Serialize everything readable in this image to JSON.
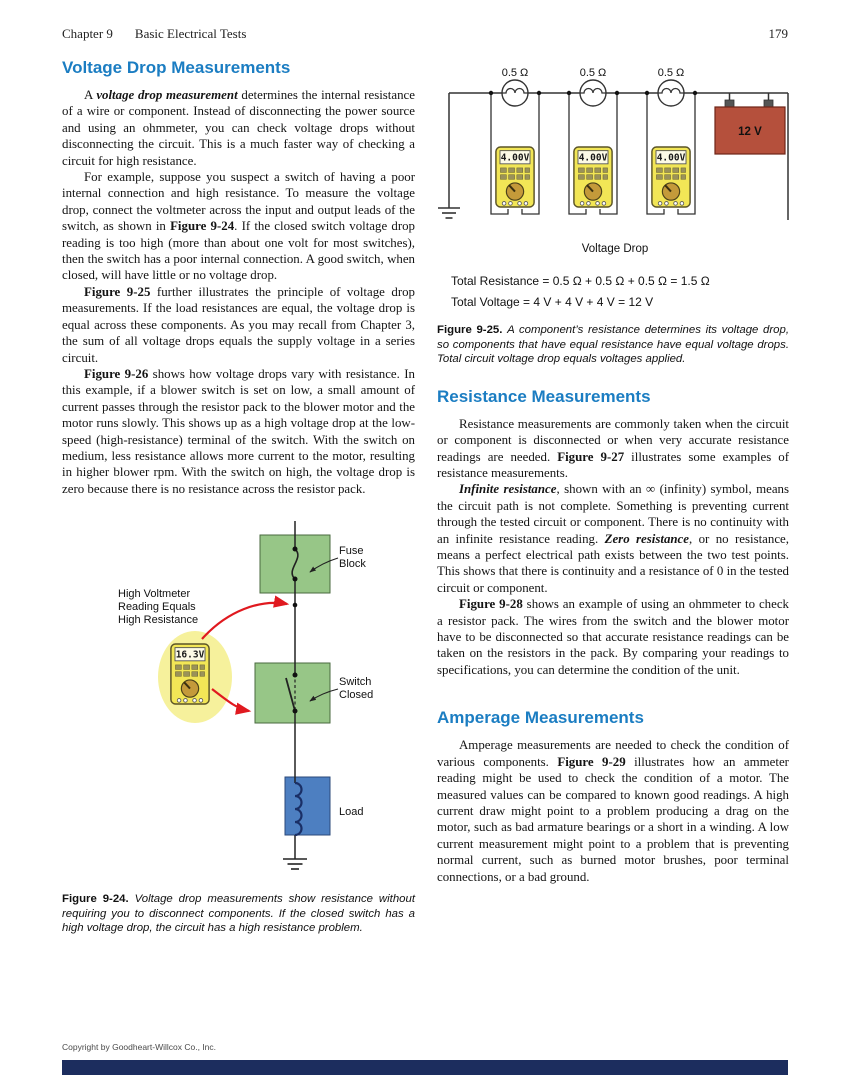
{
  "colors": {
    "heading_blue": "#1b7dc2",
    "footer_bar_navy": "#1c2d5e",
    "meter_yellow": "#f2e656",
    "meter_display": "#fcfae6",
    "dial_gold": "#c49a3a",
    "battery_red": "#b5503c",
    "component_green": "#97c687",
    "load_blue": "#4d7fc1",
    "coil_blue": "#1a2f66",
    "arrow_red": "#e0191f"
  },
  "header": {
    "chapter_label": "Chapter 9",
    "chapter_title": "Basic Electrical Tests",
    "page_number": "179"
  },
  "footer": {
    "copyright": "Copyright by Goodheart-Willcox Co., Inc."
  },
  "left_column": {
    "heading": "Voltage Drop Measurements",
    "paragraphs": [
      [
        {
          "t": "A ",
          "s": "n"
        },
        {
          "t": "voltage drop measurement",
          "s": "bi"
        },
        {
          "t": " determines the internal resistance of a wire or component. Instead of disconnecting the power source and using an ohmmeter, you can check voltage drops without disconnecting the circuit. This is a much faster way of checking a circuit for high resistance.",
          "s": "n"
        }
      ],
      [
        {
          "t": "For example, suppose you suspect a switch of having a poor internal connection and high resistance. To measure the voltage drop, connect the voltmeter across the input and output leads of the switch, as shown in ",
          "s": "n"
        },
        {
          "t": "Figure 9-24",
          "s": "b"
        },
        {
          "t": ". If the closed switch voltage drop reading is too high (more than about one volt for most switches), then the switch has a poor internal connection. A good switch, when closed, will have little or no voltage drop.",
          "s": "n"
        }
      ],
      [
        {
          "t": "Figure 9-25",
          "s": "b"
        },
        {
          "t": " further illustrates the principle of voltage drop measurements. If the load resistances are equal, the voltage drop is equal across these components. As you may recall from Chapter 3, the sum of all voltage drops equals the supply voltage in a series circuit.",
          "s": "n"
        }
      ],
      [
        {
          "t": "Figure 9-26",
          "s": "b"
        },
        {
          "t": " shows how voltage drops vary with resistance. In this example, if a blower switch is set on low, a small amount of current passes through the resistor pack to the blower motor and the motor runs slowly. This shows up as a high voltage drop at the low-speed (high-resistance) terminal of the switch. With the switch on medium, less resistance allows more current to the motor, resulting in higher blower rpm. With the switch on high, the voltage drop is zero because there is no resistance across the resistor pack.",
          "s": "n"
        }
      ]
    ],
    "figure_9_24": {
      "labels": {
        "reading_line1": "High Voltmeter",
        "reading_line2": "Reading Equals",
        "reading_line3": "High Resistance",
        "meter_display": "16.3V",
        "fuse_line1": "Fuse",
        "fuse_line2": "Block",
        "switch_line1": "Switch",
        "switch_line2": "Closed",
        "load": "Load"
      },
      "caption": [
        {
          "t": "Figure 9-24. ",
          "s": "b"
        },
        {
          "t": "Voltage drop measurements show resistance without requiring you to disconnect components. If the closed switch has a high voltage drop, the circuit has a high resistance problem.",
          "s": "i"
        }
      ]
    }
  },
  "right_column": {
    "figure_9_25": {
      "resistor_labels": [
        "0.5 Ω",
        "0.5 Ω",
        "0.5 Ω"
      ],
      "meter_displays": [
        "4.00V",
        "4.00V",
        "4.00V"
      ],
      "battery_label": "12 V",
      "diagram_label": "Voltage Drop",
      "equation_resistance": "Total Resistance = 0.5 Ω + 0.5 Ω + 0.5 Ω = 1.5 Ω",
      "equation_voltage": "Total Voltage = 4 V + 4 V + 4 V = 12 V",
      "caption": [
        {
          "t": "Figure 9-25. ",
          "s": "b"
        },
        {
          "t": "A component’s resistance determines its voltage drop, so components that have equal resistance have equal voltage drops. Total circuit voltage drop equals voltages applied.",
          "s": "i"
        }
      ]
    },
    "resistance": {
      "heading": "Resistance Measurements",
      "paragraphs": [
        [
          {
            "t": "Resistance measurements are commonly taken when the circuit or component is disconnected or when very accurate resistance readings are needed. ",
            "s": "n"
          },
          {
            "t": "Figure 9-27",
            "s": "b"
          },
          {
            "t": " illustrates some examples of resistance measurements.",
            "s": "n"
          }
        ],
        [
          {
            "t": "Infinite resistance",
            "s": "bi"
          },
          {
            "t": ", shown with an ∞ (infinity) symbol, means the circuit path is not complete. Something is preventing current through the tested circuit or component. There is no continuity with an infinite resistance reading. ",
            "s": "n"
          },
          {
            "t": "Zero resistance",
            "s": "bi"
          },
          {
            "t": ", or no resistance, means a perfect electrical path exists between the two test points. This shows that there is continuity and a resistance of 0 in the tested circuit or component.",
            "s": "n"
          }
        ],
        [
          {
            "t": "Figure 9-28",
            "s": "b"
          },
          {
            "t": " shows an example of using an ohmmeter to check a resistor pack. The wires from the switch and the blower motor have to be disconnected so that accurate resistance readings can be taken on the resistors in the pack. By comparing your readings to specifications, you can determine the condition of the unit.",
            "s": "n"
          }
        ]
      ]
    },
    "amperage": {
      "heading": "Amperage Measurements",
      "paragraphs": [
        [
          {
            "t": "Amperage measurements are needed to check the condition of various components. ",
            "s": "n"
          },
          {
            "t": "Figure 9-29",
            "s": "b"
          },
          {
            "t": " illustrates how an ammeter reading might be used to check the condition of a motor. The measured values can be compared to known good readings. A high current draw might point to a problem producing a drag on the motor, such as bad armature bearings or a short in a winding. A low current measurement might point to a problem that is preventing normal current, such as burned motor brushes, poor terminal connections, or a bad ground.",
            "s": "n"
          }
        ]
      ]
    }
  }
}
